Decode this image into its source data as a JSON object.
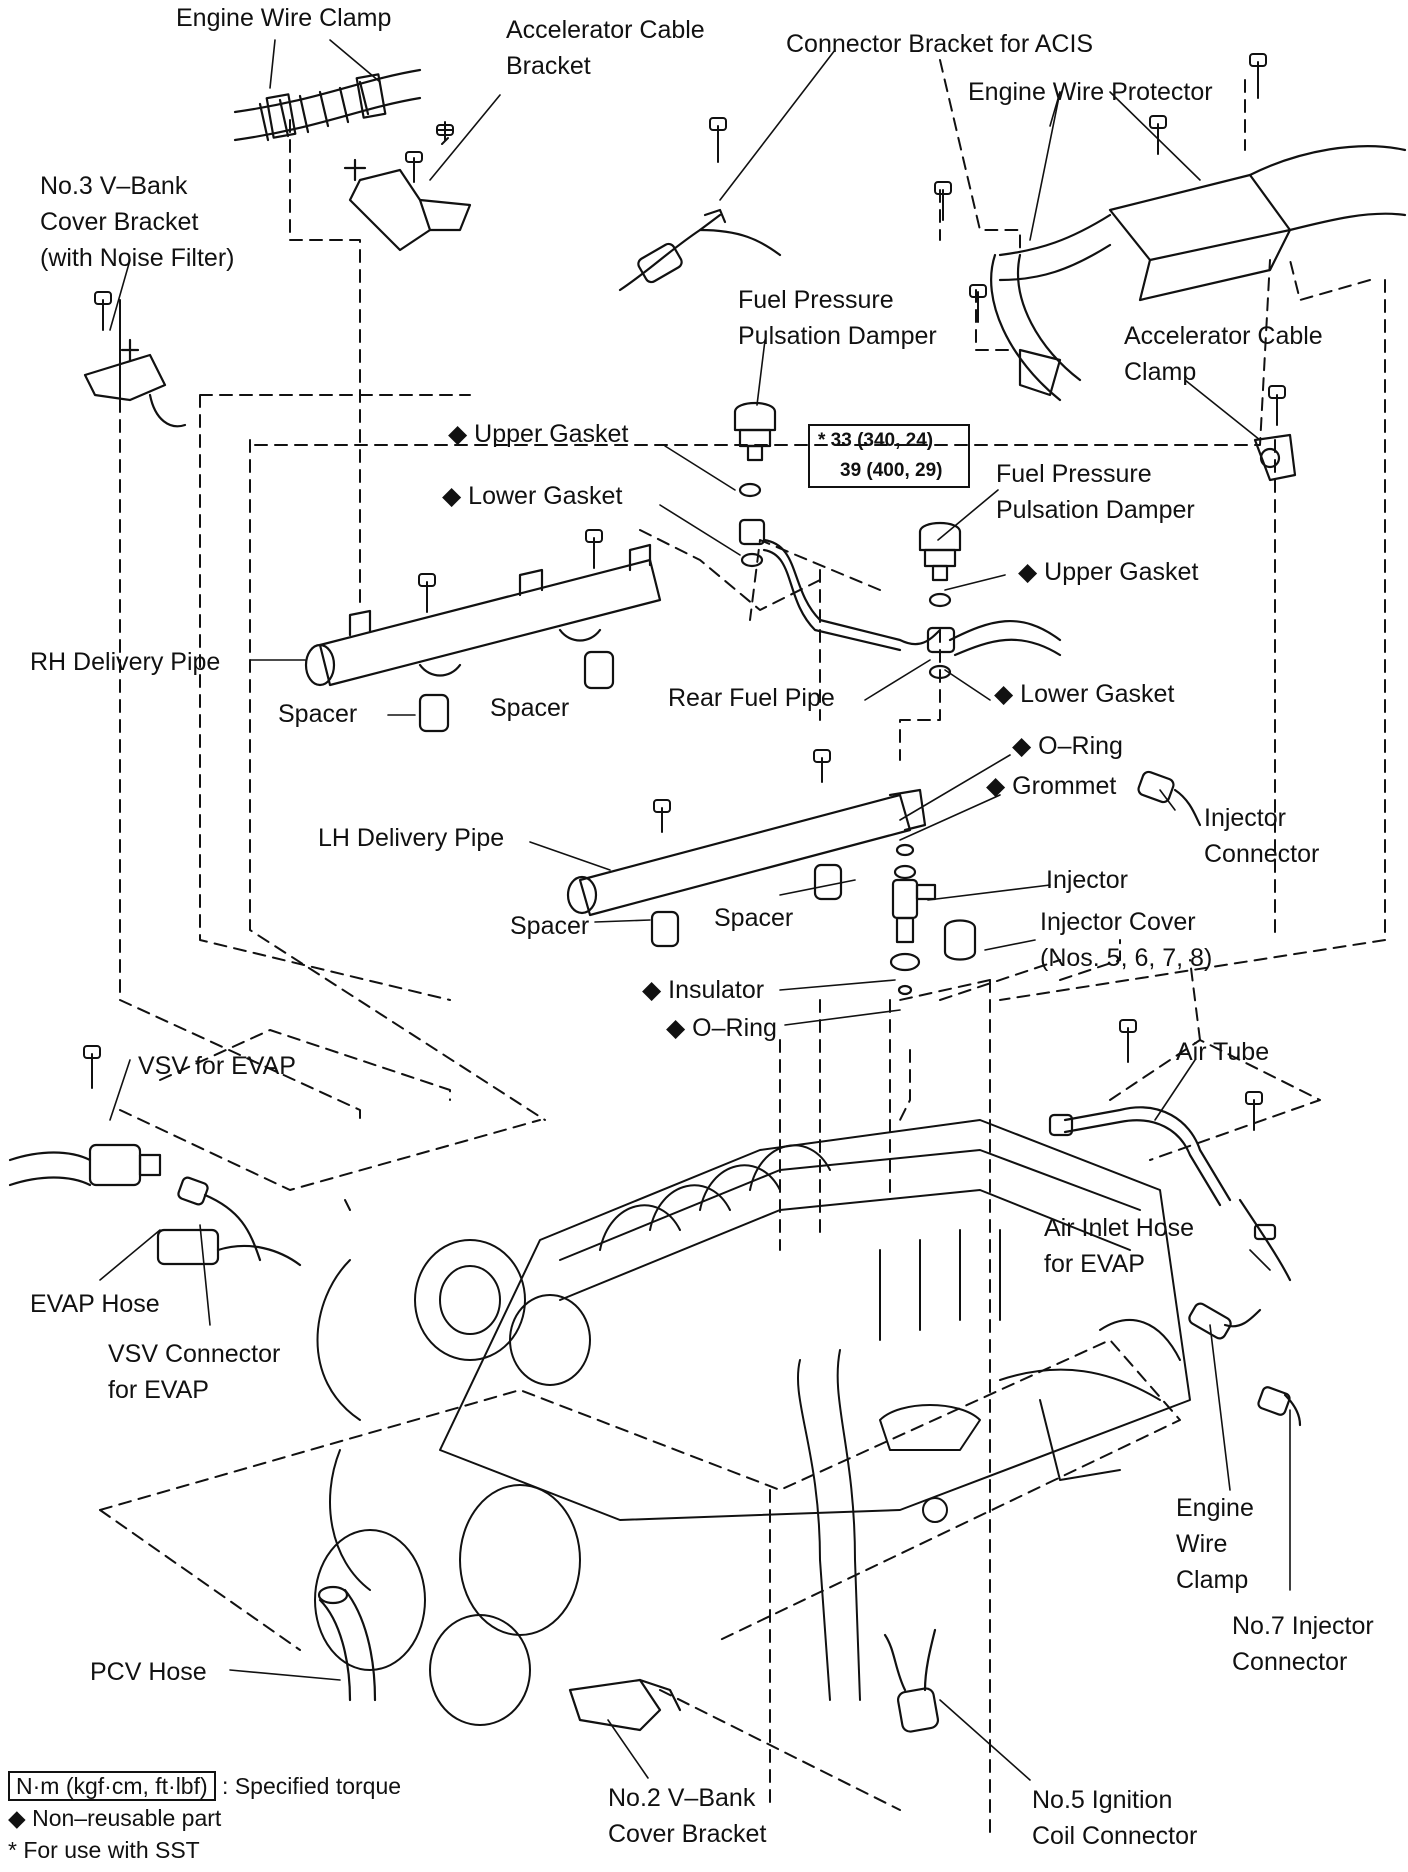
{
  "diagram": {
    "labels": {
      "engine_wire_clamp_top": "Engine Wire Clamp",
      "accelerator_cable_bracket": [
        "Accelerator Cable",
        "Bracket"
      ],
      "connector_bracket_acis": "Connector Bracket for ACIS",
      "engine_wire_protector": "Engine Wire Protector",
      "no3_vbank_cover_bracket": [
        "No.3 V–Bank",
        "Cover Bracket",
        "(with Noise Filter)"
      ],
      "fuel_pressure_damper_upper": [
        "Fuel Pressure",
        "Pulsation Damper"
      ],
      "accelerator_cable_clamp": [
        "Accelerator Cable",
        "Clamp"
      ],
      "upper_gasket_1": "◆ Upper Gasket",
      "lower_gasket_1": "◆ Lower Gasket",
      "fuel_pressure_damper_lower": [
        "Fuel Pressure",
        "Pulsation Damper"
      ],
      "upper_gasket_2": "◆ Upper Gasket",
      "rh_delivery_pipe": "RH Delivery Pipe",
      "spacer_1": "Spacer",
      "spacer_2": "Spacer",
      "rear_fuel_pipe": "Rear Fuel Pipe",
      "lower_gasket_2": "◆ Lower Gasket",
      "o_ring_1": "◆ O–Ring",
      "grommet": "◆ Grommet",
      "injector_connector": [
        "Injector",
        "Connector"
      ],
      "lh_delivery_pipe": "LH Delivery Pipe",
      "injector": "Injector",
      "injector_cover": [
        "Injector Cover",
        "(Nos. 5, 6, 7, 8)"
      ],
      "spacer_3": "Spacer",
      "spacer_4": "Spacer",
      "insulator": "◆ Insulator",
      "o_ring_2": "◆ O–Ring",
      "vsv_for_evap": "VSV for EVAP",
      "air_tube": "Air Tube",
      "air_inlet_hose": [
        "Air Inlet Hose",
        "for EVAP"
      ],
      "evap_hose": "EVAP Hose",
      "vsv_connector": [
        "VSV Connector",
        "for EVAP"
      ],
      "engine_wire_clamp_bottom": [
        "Engine",
        "Wire",
        "Clamp"
      ],
      "no7_injector_connector": [
        "No.7 Injector",
        "Connector"
      ],
      "pcv_hose": "PCV Hose",
      "no2_vbank_cover_bracket": [
        "No.2 V–Bank",
        "Cover Bracket"
      ],
      "no5_ignition_coil_connector": [
        "No.5 Ignition",
        "Coil Connector"
      ]
    },
    "torque_spec": {
      "line1": "* 33 (340, 24)",
      "line2": "39 (400, 29)"
    },
    "legend": {
      "torque_unit": "N·m (kgf·cm, ft·lbf)",
      "torque_desc": ": Specified torque",
      "non_reusable": "◆ Non–reusable part",
      "sst_note": "* For use with SST"
    },
    "colors": {
      "ink": "#111111",
      "paper": "#ffffff"
    }
  }
}
